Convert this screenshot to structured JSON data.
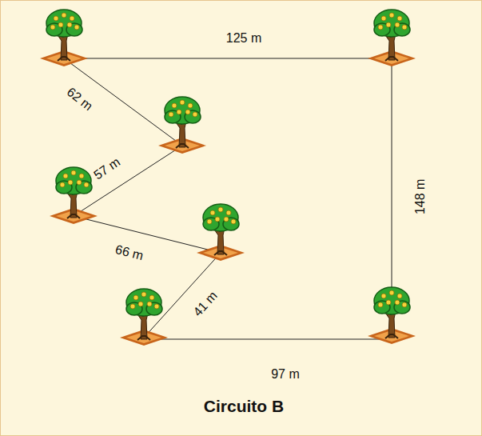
{
  "diagram": {
    "caption": "Circuito B",
    "labels": [
      "125 m",
      "62 m",
      "57 m",
      "66 m",
      "41 m",
      "97 m",
      "148 m"
    ]
  }
}
